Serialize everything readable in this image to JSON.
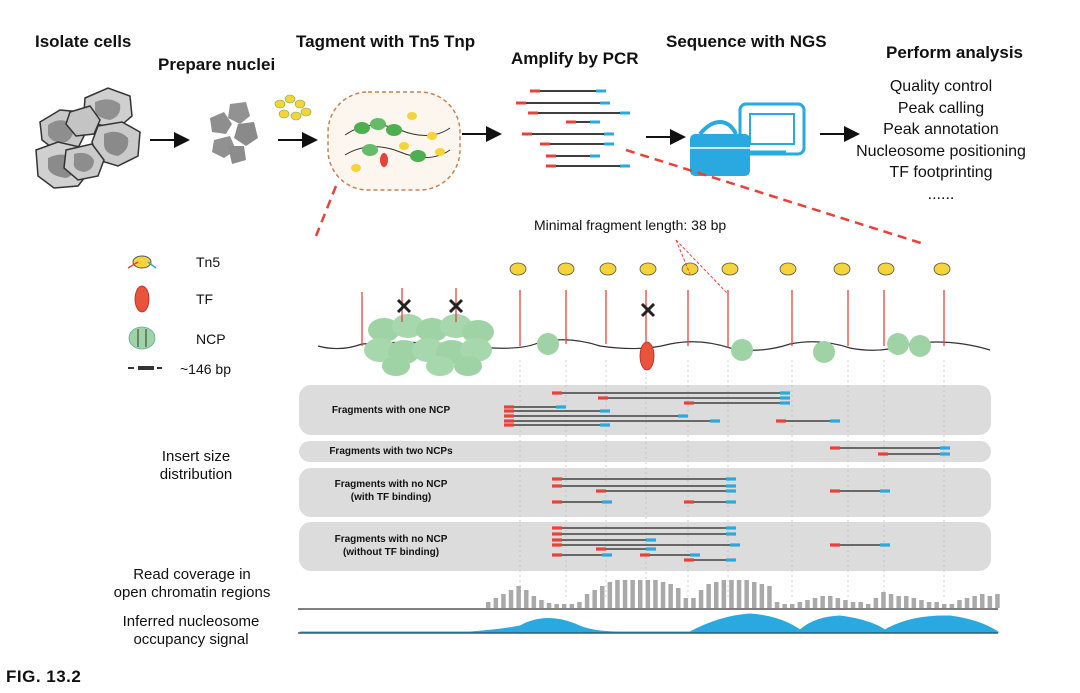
{
  "steps": {
    "isolate": "Isolate cells",
    "prepare": "Prepare nuclei",
    "tagment": "Tagment with Tn5 Tnp",
    "amplify": "Amplify by PCR",
    "sequence": "Sequence with NGS",
    "analysis_title": "Perform analysis"
  },
  "analysis_items": [
    "Quality control",
    "Peak calling",
    "Peak annotation",
    "Nucleosome positioning",
    "TF footprinting",
    "......"
  ],
  "min_fragment_label": "Minimal fragment length: 38 bp",
  "legend": {
    "tn5": "Tn5",
    "tf": "TF",
    "ncp": "NCP",
    "bp": "~146 bp"
  },
  "insert_size_label": "Insert size\ndistribution",
  "panels": {
    "one_ncp": "Fragments with one NCP",
    "two_ncp": "Fragments with two NCPs",
    "no_ncp_tf": "Fragments with no NCP\n(with TF binding)",
    "no_ncp_notf": "Fragments with no NCP\n(without TF binding)"
  },
  "read_coverage_label": "Read coverage in\nopen chromatin regions",
  "nucleosome_signal_label": "Inferred nucleosome\noccupancy signal",
  "figure_label": "FIG. 13.2",
  "colors": {
    "red": "#e8413a",
    "blue": "#2aa8e0",
    "green": "#9fd3a6",
    "tn5_yellow": "#f4d43a",
    "panel": "#dcdcdc",
    "gray_bar": "#a9a9a9"
  }
}
